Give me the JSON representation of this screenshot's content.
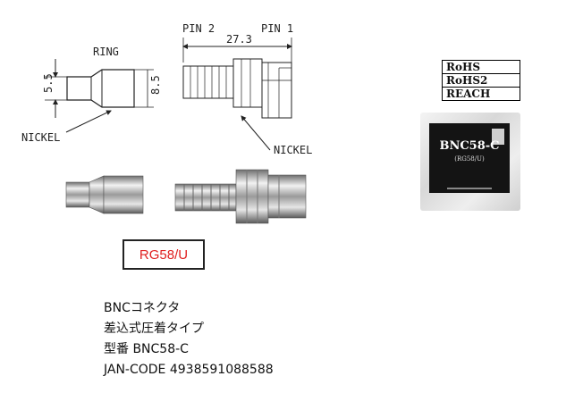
{
  "drawing": {
    "ring_label": "RING",
    "dim_inner": "5.5",
    "dim_outer": "8.5",
    "nickel_left": "NICKEL",
    "pin2_label": "PIN 2",
    "pin1_label": "PIN 1",
    "length_label": "27.3",
    "nickel_right": "NICKEL"
  },
  "certifications": [
    "RoHS",
    "RoHS2",
    "REACH"
  ],
  "package": {
    "title": "BNC58-C",
    "subtitle": "(RG58/U)"
  },
  "cable_type": "RG58/U",
  "description": {
    "line1": "BNCコネクタ",
    "line2": "差込式圧着タイプ",
    "line3": "型番  BNC58-C",
    "line4": "JAN-CODE  4938591088588"
  }
}
